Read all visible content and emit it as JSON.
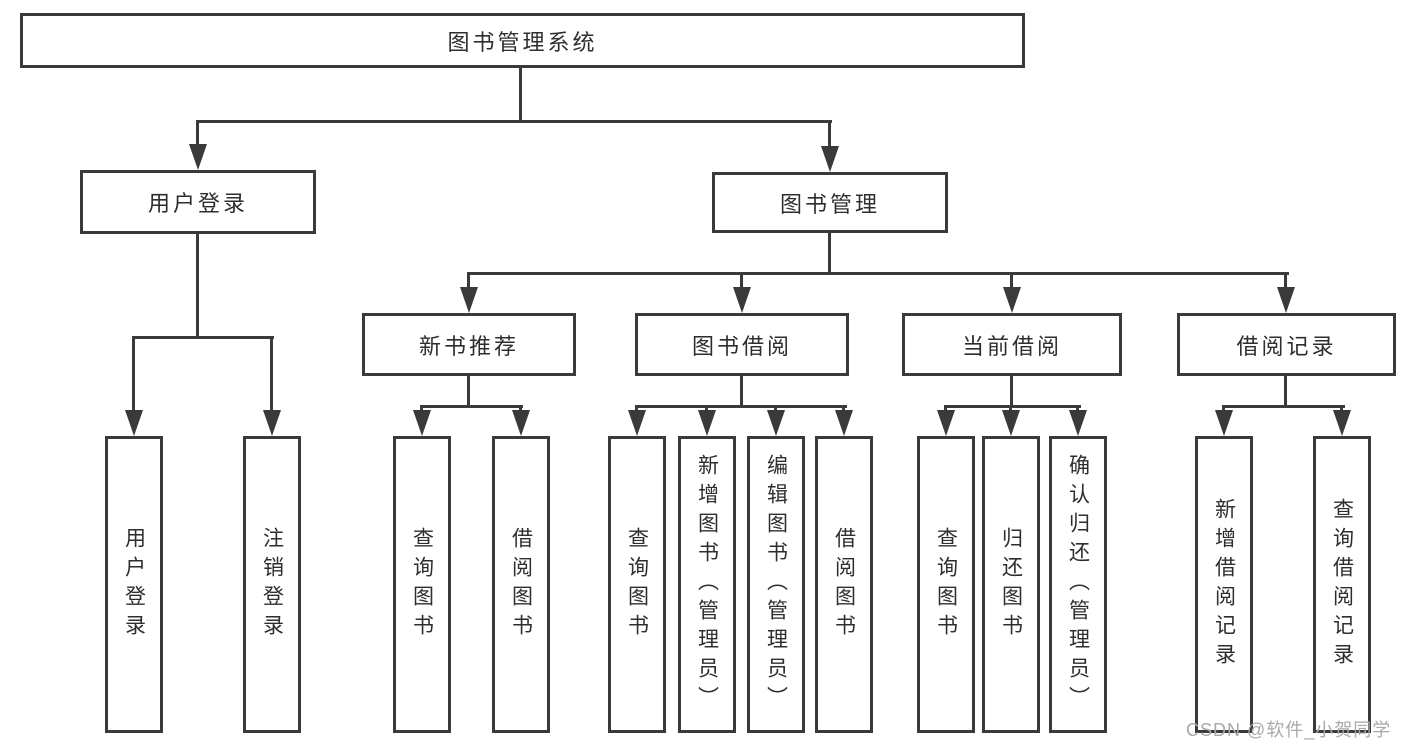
{
  "tree": {
    "root": "图书管理系统",
    "branches": [
      {
        "label": "用户登录",
        "leaves": [
          "用户登录",
          "注销登录"
        ]
      },
      {
        "label": "图书管理",
        "groups": [
          {
            "label": "新书推荐",
            "leaves": [
              "查询图书",
              "借阅图书"
            ]
          },
          {
            "label": "图书借阅",
            "leaves": [
              "查询图书",
              "新增图书（管理员）",
              "编辑图书（管理员）",
              "借阅图书"
            ]
          },
          {
            "label": "当前借阅",
            "leaves": [
              "查询图书",
              "归还图书",
              "确认归还（管理员）"
            ]
          },
          {
            "label": "借阅记录",
            "leaves": [
              "新增借阅记录",
              "查询借阅记录"
            ]
          }
        ]
      }
    ]
  },
  "watermark": "CSDN @软件_小贺同学",
  "colors": {
    "line": "#3a3a3c",
    "text": "#2e2e30",
    "box_background": "#ffffff",
    "page_background": "#ffffff",
    "watermark": "#a9a9a9"
  }
}
